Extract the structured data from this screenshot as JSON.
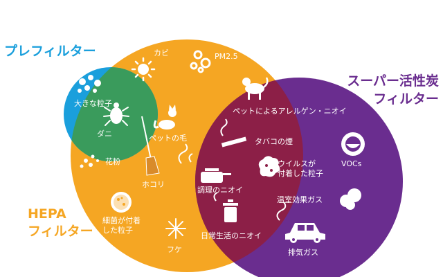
{
  "diagram": {
    "sets": {
      "pre": {
        "title": "プレフィルター",
        "color": "#1a9fdc"
      },
      "hepa": {
        "title_line1": "HEPA",
        "title_line2": "フィルター",
        "color": "#f5a623"
      },
      "carbon": {
        "title_line1": "スーパー活性炭",
        "title_line2": "フィルター",
        "color": "#6a2d8f"
      }
    },
    "overlap_colors": {
      "pre_hepa": "#3a9b5c",
      "hepa_carbon": "#8c1f47"
    },
    "items": {
      "large_particles": "大きな粒子",
      "mites": "ダニ",
      "pollen": "花粉",
      "mold": "カビ",
      "pm25": "PM2.5",
      "pet_hair": "ペットの毛",
      "dust": "ホコリ",
      "bacteria_particles": "細菌が付着した粒子",
      "dandruff": "フケ",
      "pet_allergen_odor": "ペットによるアレルゲン・ニオイ",
      "tobacco_smoke": "タバコの煙",
      "virus_particles_l1": "ウイルスが",
      "virus_particles_l2": "付着した粒子",
      "cooking_odor": "調理のニオイ",
      "daily_life_odor": "日常生活のニオイ",
      "vocs": "VOCs",
      "greenhouse_gas": "温室効果ガス",
      "exhaust_gas": "排気ガス"
    },
    "bacteria_lines": {
      "l1": "細菌が付着",
      "l2": "した粒子"
    }
  }
}
